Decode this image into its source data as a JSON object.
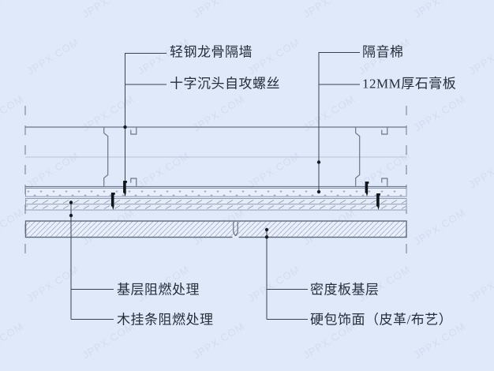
{
  "watermark": {
    "text": "JPPX.COM"
  },
  "colors": {
    "background": "#dfe9fa",
    "drawing_line": "#6b7788",
    "leader_line": "#3a4250",
    "label_text": "#262e3a",
    "screw": "#10141b"
  },
  "labels": {
    "steel_keel": "轻钢龙骨隔墙",
    "self_tapping_screw": "十字沉头自攻螺丝",
    "sound_insulation": "隔音棉",
    "gypsum_board": "12MM厚石膏板",
    "base_fire_treatment": "基层阻燃处理",
    "wood_strip_fire_treatment": "木挂条阻燃处理",
    "density_board_base": "密度板基层",
    "hard_pack_finish": "硬包饰面（皮革/布艺）"
  }
}
